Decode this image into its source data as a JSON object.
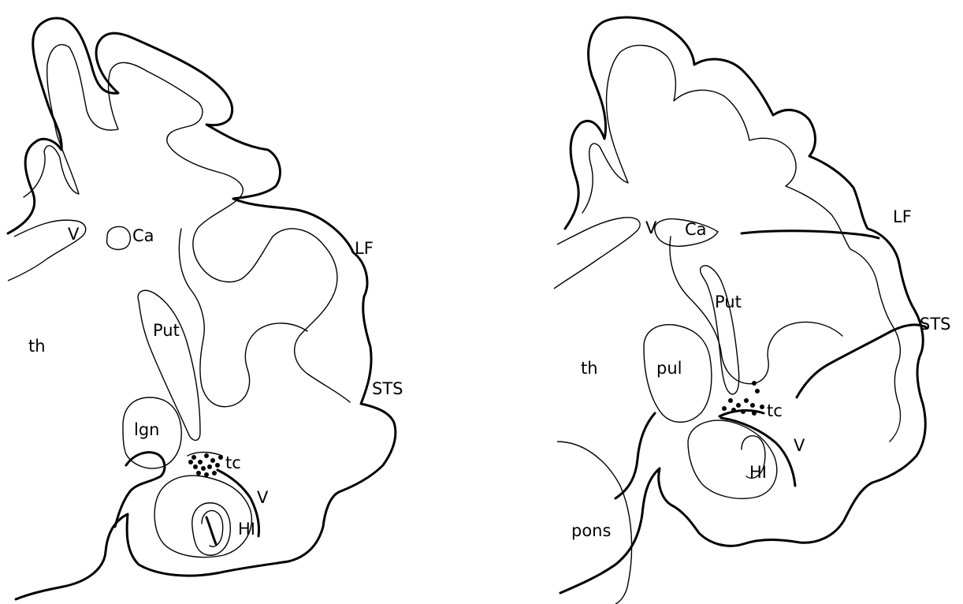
{
  "figure": {
    "left_section": {
      "labels": {
        "V_upper": "V",
        "Ca": "Ca",
        "LF": "LF",
        "th": "th",
        "Put": "Put",
        "STS": "STS",
        "lgn": "lgn",
        "tc": "tc",
        "V_lower": "V",
        "HI": "HI"
      }
    },
    "right_section": {
      "labels": {
        "V_upper": "V",
        "Ca": "Ca",
        "LF": "LF",
        "Put": "Put",
        "STS": "STS",
        "th": "th",
        "pul": "pul",
        "tc": "tc",
        "V_lower": "V",
        "HI": "HI",
        "pons": "pons"
      }
    }
  }
}
